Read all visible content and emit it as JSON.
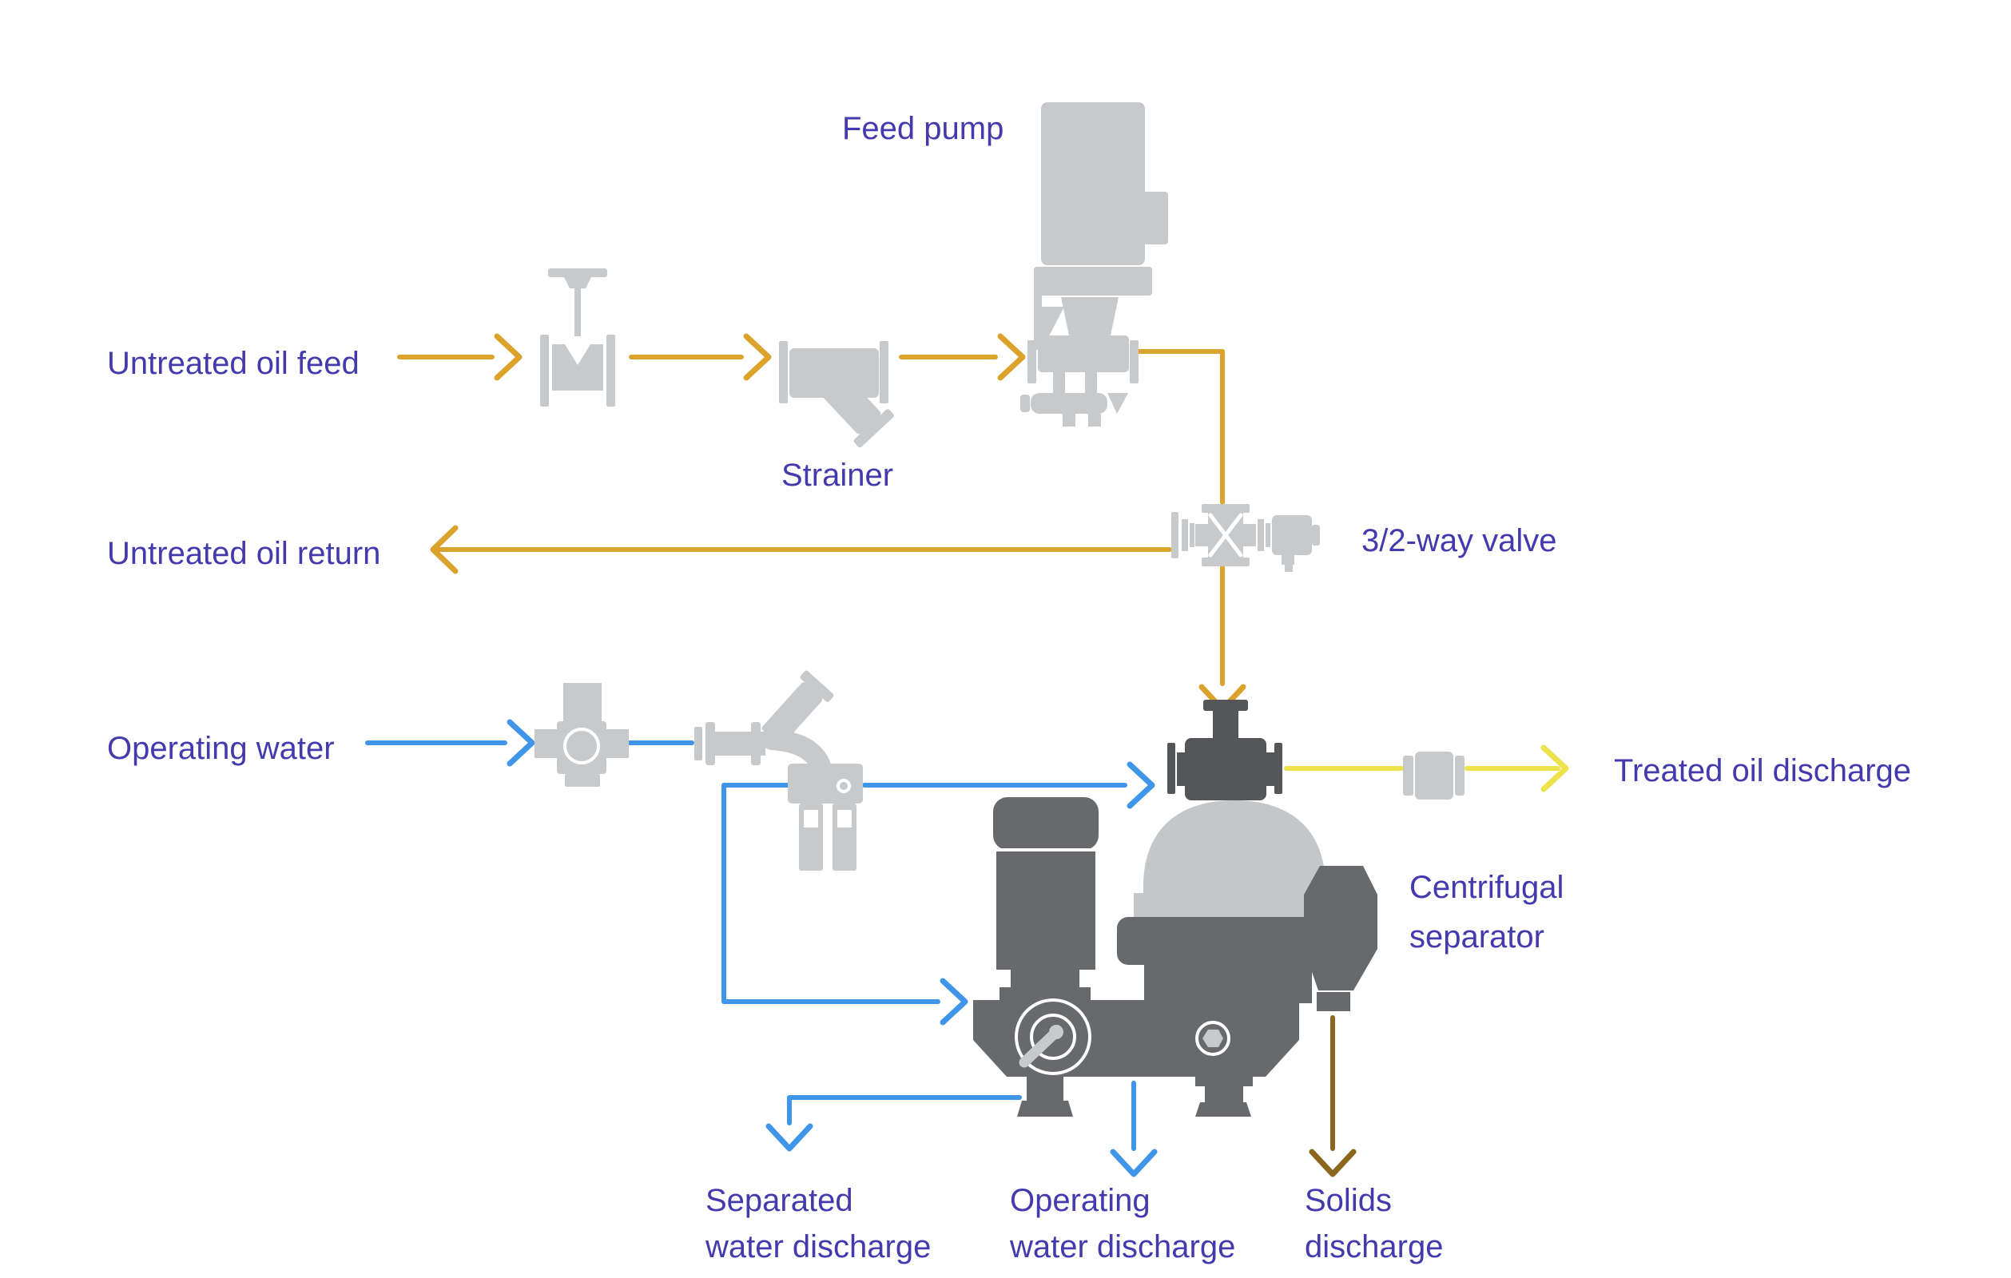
{
  "colors": {
    "oil": "#DBA32C",
    "treated": "#EDE24B",
    "water": "#3F96E9",
    "solids": "#8A671D",
    "label": "#433AAD",
    "light": "#C8C9CB",
    "dark": "#68696C",
    "darker": "#55565A",
    "dome": "#C5C6C8",
    "bg": "#FFFFFF"
  },
  "labels": {
    "feed_pump": "Feed pump",
    "strainer": "Strainer",
    "untreated_oil_feed": "Untreated oil feed",
    "untreated_oil_return": "Untreated oil return",
    "three_two_way_valve": "3/2-way valve",
    "operating_water": "Operating water",
    "treated_oil_discharge": "Treated oil discharge",
    "centrifugal_separator": {
      "line1": "Centrifugal",
      "line2": "separator"
    },
    "separated_water_discharge": {
      "line1": "Separated",
      "line2": "water discharge"
    },
    "operating_water_discharge": {
      "line1": "Operating",
      "line2": "water discharge"
    },
    "solids_discharge": {
      "line1": "Solids",
      "line2": "discharge"
    }
  },
  "icons": [
    "gate-valve-icon",
    "strainer-icon",
    "feed-pump-icon",
    "three-two-way-valve-icon",
    "water-valve-icon",
    "water-strainer-solenoid-icon",
    "separator-inlet-valve-icon",
    "pipe-coupling-icon",
    "centrifugal-separator-icon"
  ]
}
